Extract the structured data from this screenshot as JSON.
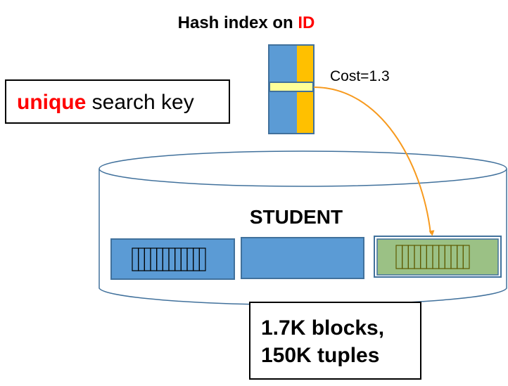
{
  "title": {
    "prefix": "Hash index on ",
    "highlight": "ID"
  },
  "cost_label": "Cost=1.3",
  "key_box": {
    "highlight": "unique",
    "rest": " search key"
  },
  "table_name": "STUDENT",
  "stats": {
    "line1": "1.7K blocks,",
    "line2": "150K tuples"
  },
  "colors": {
    "accent_red": "#ff0000",
    "block_blue": "#5b9bd5",
    "index_orange": "#ffc000",
    "index_entry": "#ffff99",
    "target_green": "#9bc185",
    "arrow": "#f79a1e",
    "outline": "#41719c"
  }
}
